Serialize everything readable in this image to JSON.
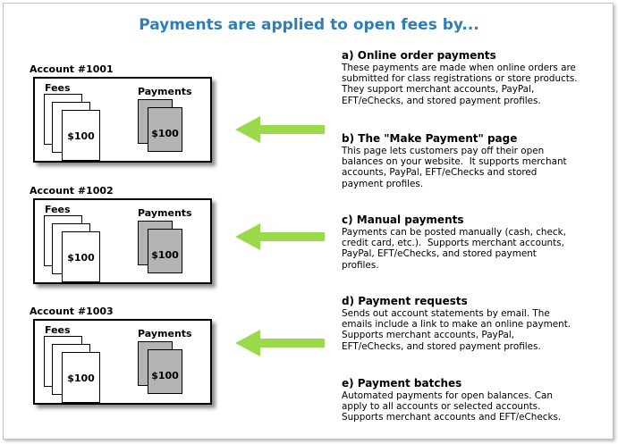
{
  "title": "Payments are applied to open fees by...",
  "accounts": [
    {
      "label": "Account  #1001",
      "fees_label": "Fees",
      "payments_label": "Payments",
      "fee_amount": "$100",
      "payment_amount": "$100"
    },
    {
      "label": "Account  #1002",
      "fees_label": "Fees",
      "payments_label": "Payments",
      "fee_amount": "$100",
      "payment_amount": "$100"
    },
    {
      "label": "Account  #1003",
      "fees_label": "Fees",
      "payments_label": "Payments",
      "fee_amount": "$100",
      "payment_amount": "$100"
    }
  ],
  "methods": [
    {
      "title": "a) Online order payments",
      "body": "These payments are made when online orders are\nsubmitted for class registrations or store products.\nThey support merchant accounts, PayPal,\nEFT/eChecks, and stored payment profiles."
    },
    {
      "title": "b) The \"Make Payment\" page",
      "body": "This page lets customers pay off their open\nbalances on your website.  It supports merchant\naccounts, PayPal, EFT/eChecks and stored\npayment profiles."
    },
    {
      "title": "c) Manual payments",
      "body": "Payments can be posted manually (cash, check,\ncredit card, etc.).  Supports merchant accounts,\nPayPal, EFT/eChecks, and stored payment\nprofiles."
    },
    {
      "title": "d) Payment requests",
      "body": "Sends out account statements by email. The\nemails include a link to make an online payment.\nSupports merchant accounts, PayPal,\nEFT/eChecks, and stored payment profiles."
    },
    {
      "title": "e) Payment batches",
      "body": "Automated payments for open balances. Can\napply to all accounts or selected accounts.\nSupports merchant accounts and EFT/eChecks."
    }
  ],
  "colors": {
    "title": "#2e7fb8",
    "arrow": "#9ad94a",
    "payment_card": "#b3b3b3"
  },
  "icons": [
    "green-arrow-icon"
  ]
}
